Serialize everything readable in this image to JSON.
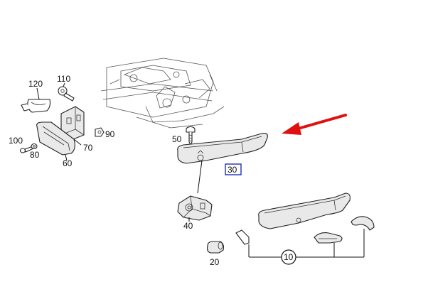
{
  "labels": {
    "p10": "10",
    "p20": "20",
    "p30": "30",
    "p40": "40",
    "p50": "50",
    "p60": "60",
    "p70": "70",
    "p80": "80",
    "p90": "90",
    "p100": "100",
    "p110": "110",
    "p120": "120"
  },
  "colors": {
    "arrow": "#e01010",
    "highlight_box": "#1f2fb8",
    "lines": "#222222"
  }
}
